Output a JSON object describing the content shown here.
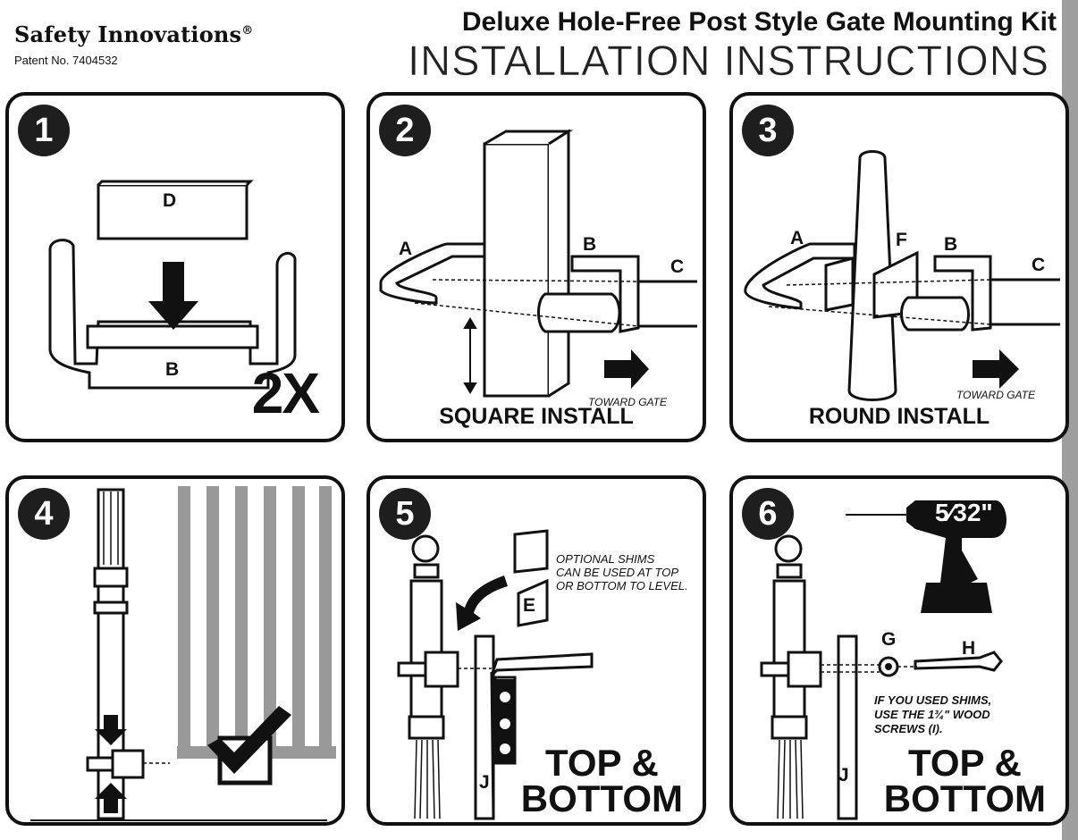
{
  "header": {
    "brand": "Safety Innovations",
    "brand_mark": "®",
    "patent": "Patent No. 7404532",
    "title": "Deluxe Hole-Free Post Style Gate Mounting Kit",
    "subtitle": "INSTALLATION INSTRUCTIONS"
  },
  "steps": [
    {
      "number": "1",
      "labels": {
        "d": "D",
        "b": "B"
      },
      "multiplier": "2X"
    },
    {
      "number": "2",
      "labels": {
        "a": "A",
        "b": "B",
        "c": "C"
      },
      "direction": "TOWARD GATE",
      "caption": "SQUARE INSTALL"
    },
    {
      "number": "3",
      "labels": {
        "a": "A",
        "f": "F",
        "b": "B",
        "c": "C"
      },
      "direction": "TOWARD GATE",
      "caption": "ROUND INSTALL"
    },
    {
      "number": "4"
    },
    {
      "number": "5",
      "labels": {
        "e": "E",
        "j": "J"
      },
      "note": [
        "OPTIONAL SHIMS",
        "CAN BE USED AT TOP",
        "OR BOTTOM TO LEVEL."
      ],
      "caption": [
        "TOP &",
        "BOTTOM"
      ]
    },
    {
      "number": "6",
      "labels": {
        "g": "G",
        "h": "H",
        "j": "J"
      },
      "drill_size": "5⁄32\"",
      "note": [
        "IF YOU USED SHIMS,",
        "USE THE 1¾\" WOOD",
        "SCREWS (I)."
      ],
      "caption": [
        "TOP &",
        "BOTTOM"
      ]
    }
  ],
  "icons": [
    "down-arrow-icon",
    "right-arrow-icon",
    "double-arrow-icon",
    "checkmark-icon",
    "curved-arrow-icon",
    "drill-icon",
    "level-icon"
  ]
}
